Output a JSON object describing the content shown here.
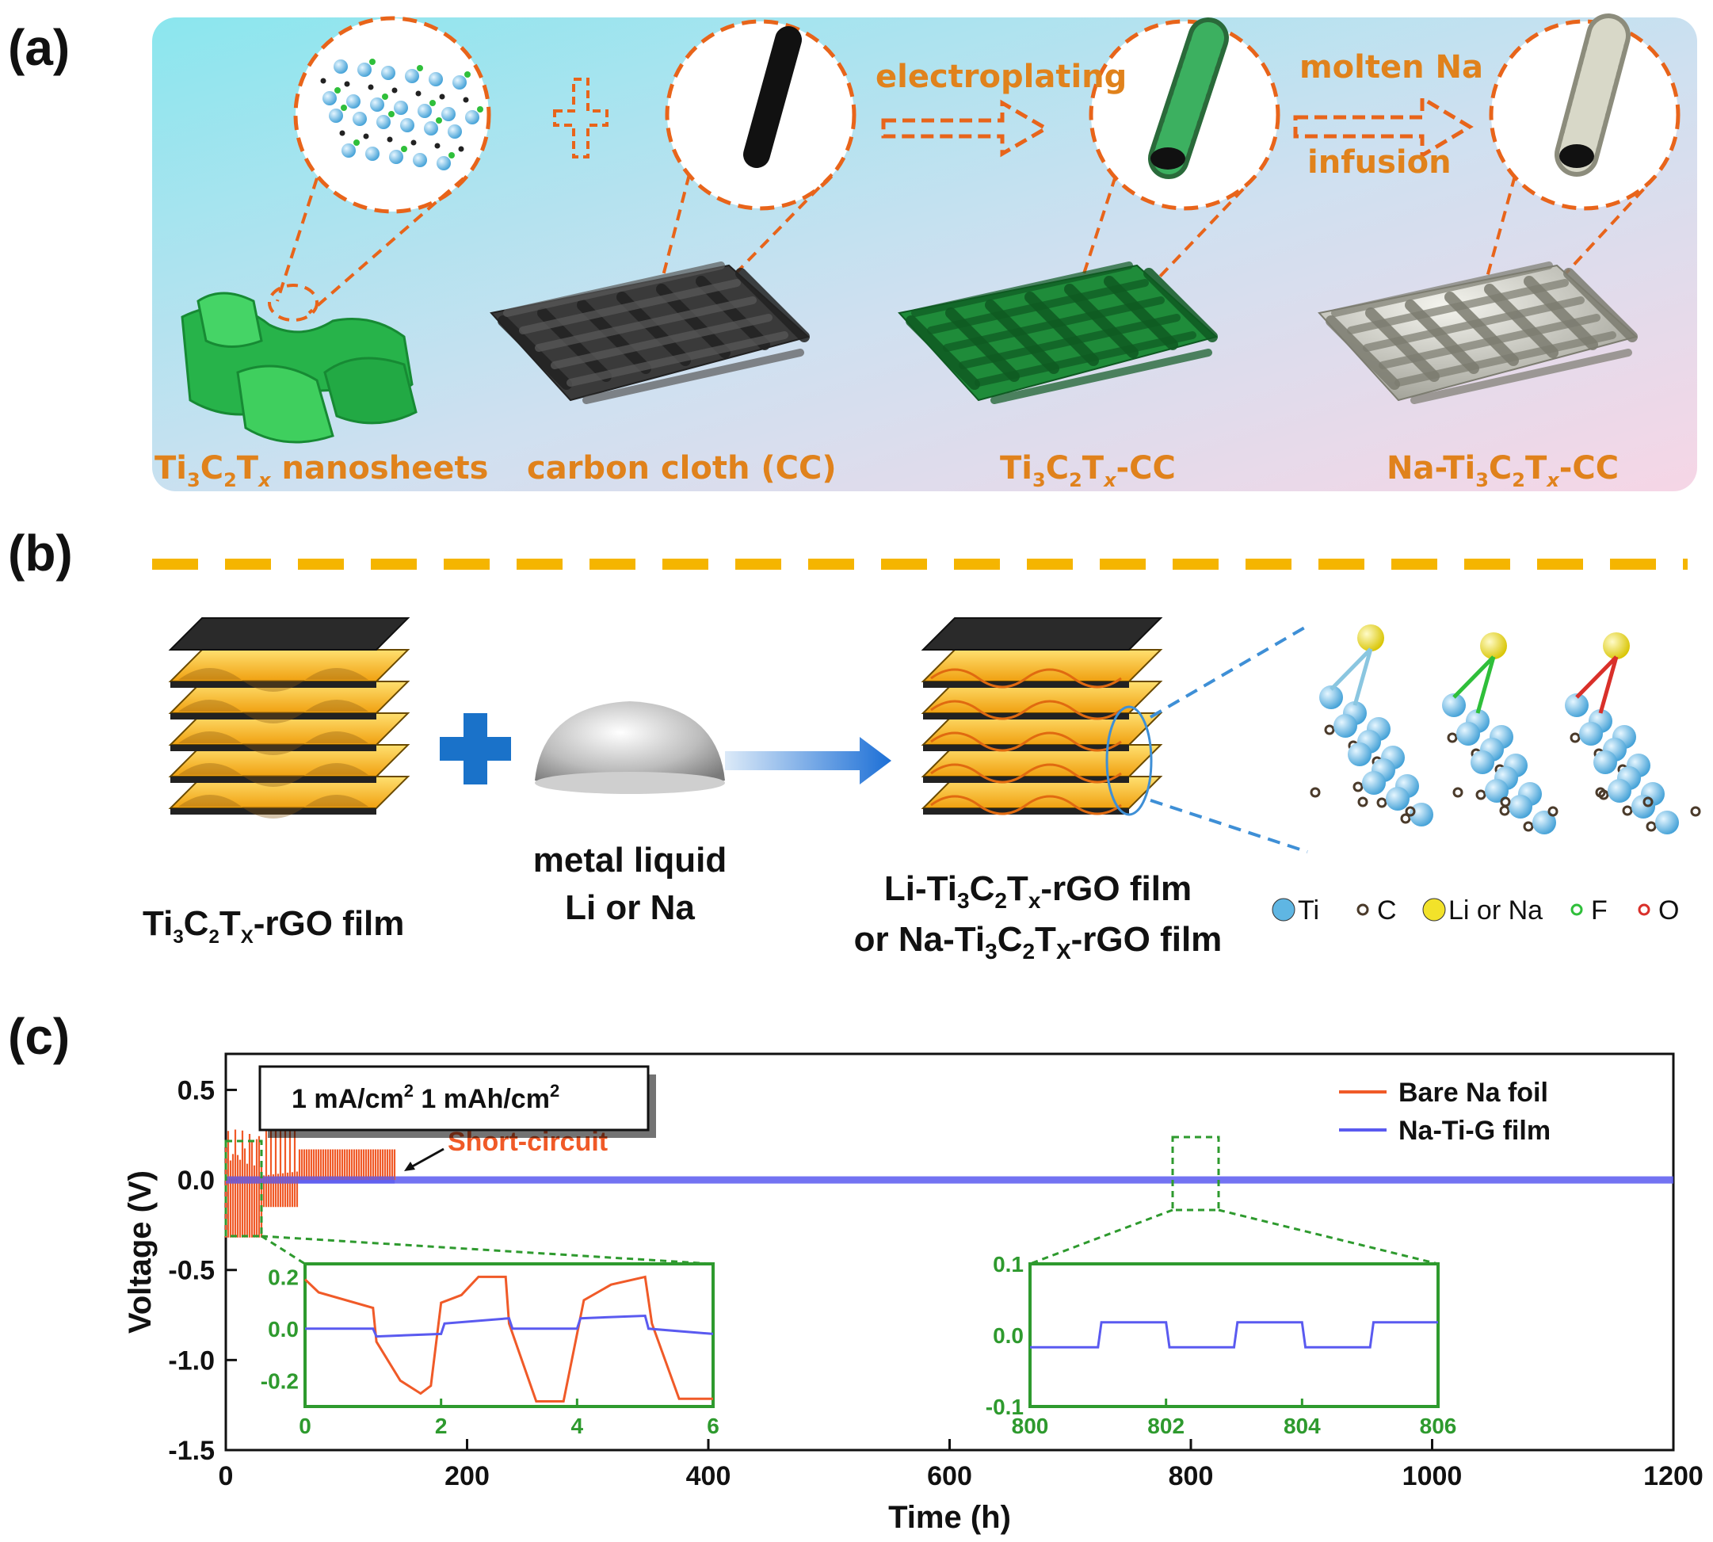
{
  "panels": {
    "a": {
      "label": "(a)",
      "arrow1": "electroplating",
      "arrow2_top": "molten Na",
      "arrow2_bottom": "infusion",
      "items": [
        {
          "name": "Ti",
          "s1": "3",
          "m": "C",
          "s2": "2",
          "t": "T",
          "s3": "x",
          "rest": " nanosheets"
        },
        {
          "plain": "carbon cloth (CC)"
        },
        {
          "name": "Ti",
          "s1": "3",
          "m": "C",
          "s2": "2",
          "t": "T",
          "s3": "x",
          "rest": "-CC"
        },
        {
          "prefix": "Na-Ti",
          "s1": "3",
          "m": "C",
          "s2": "2",
          "t": "T",
          "s3": "x",
          "rest": "-CC"
        }
      ]
    },
    "b": {
      "label": "(b)",
      "film_left": {
        "a": "Ti",
        "s1": "3",
        "b": "C",
        "s2": "2",
        "c": "T",
        "s3": "X",
        "d": "-rGO film"
      },
      "metal_line1": "metal liquid",
      "metal_line2": "Li or Na",
      "film_right_line1": {
        "a": "Li-Ti",
        "s1": "3",
        "b": "C",
        "s2": "2",
        "c": "T",
        "s3": "x",
        "d": "-rGO film"
      },
      "film_right_line2": {
        "a": "or Na-Ti",
        "s1": "3",
        "b": "C",
        "s2": "2",
        "c": "T",
        "s3": "X",
        "d": "-rGO film"
      },
      "legend": [
        {
          "label": "Ti",
          "color": "#5fb6e3"
        },
        {
          "label": "C",
          "color": "#4a3a2a"
        },
        {
          "label": "Li or Na",
          "color": "#f2e22a"
        },
        {
          "label": "F",
          "color": "#2fbf3a"
        },
        {
          "label": "O",
          "color": "#d9302a"
        }
      ]
    },
    "c": {
      "label": "(c)",
      "condition": {
        "current": "1 mA/cm",
        "current_sup": "2",
        "capacity": "1 mAh/cm",
        "capacity_sup": "2"
      },
      "annotation": "Short-circuit",
      "colors": {
        "bare": "#f05a28",
        "film": "#5a5af0",
        "inset": "#2e9a2e"
      }
    }
  },
  "chart_data": [
    {
      "type": "line",
      "xlabel": "Time (h)",
      "ylabel": "Voltage (V)",
      "xlim": [
        0,
        1200
      ],
      "ylim": [
        -1.5,
        0.7
      ],
      "xticks": [
        "0",
        "200",
        "400",
        "600",
        "800",
        "1000",
        "1200"
      ],
      "yticks": [
        "0.5",
        "0.0",
        "-0.5",
        "-1.0",
        "-1.5"
      ],
      "legend": "top-right",
      "series": [
        {
          "name": "Bare Na foil",
          "color": "#f05a28",
          "x": [
            0,
            10,
            20,
            30,
            40,
            50,
            60,
            80,
            100,
            120,
            140
          ],
          "y_band": [
            0.25,
            0.22,
            0.18,
            0.1,
            0.28,
            0.2,
            0.12,
            0.18,
            0.18,
            0.18,
            0.18
          ]
        },
        {
          "name": "Na-Ti-G film",
          "color": "#5a5af0",
          "x": [
            0,
            200,
            400,
            600,
            800,
            1000,
            1200
          ],
          "y_band": [
            0.02,
            0.02,
            0.02,
            0.02,
            0.02,
            0.02,
            0.02
          ]
        }
      ]
    },
    {
      "type": "line",
      "title": "",
      "xlim": [
        0,
        6
      ],
      "ylim": [
        -0.3,
        0.25
      ],
      "xticks": [
        "0",
        "2",
        "4",
        "6"
      ],
      "yticks": [
        "0.2",
        "0.0",
        "-0.2"
      ],
      "series": [
        {
          "name": "Bare Na foil",
          "x": [
            0,
            0.2,
            1.0,
            1.05,
            1.4,
            1.7,
            1.85,
            2.0,
            2.3,
            2.55,
            2.95,
            3.0,
            3.4,
            3.8,
            4.1,
            4.5,
            5.0,
            5.1,
            5.5,
            6.0
          ],
          "y": [
            0.19,
            0.14,
            0.08,
            -0.05,
            -0.2,
            -0.25,
            -0.22,
            0.1,
            0.13,
            0.2,
            0.2,
            0.02,
            -0.28,
            -0.28,
            0.11,
            0.17,
            0.2,
            0.02,
            -0.27,
            -0.27
          ]
        },
        {
          "name": "Na-Ti-G film",
          "x": [
            0,
            1.0,
            1.05,
            2.0,
            2.05,
            3.0,
            3.05,
            4.0,
            4.05,
            5.0,
            5.05,
            6.0
          ],
          "y": [
            0.0,
            0.0,
            -0.03,
            -0.02,
            0.02,
            0.04,
            0.0,
            0.0,
            0.04,
            0.05,
            0.0,
            -0.02
          ]
        }
      ]
    },
    {
      "type": "line",
      "xlim": [
        800,
        806
      ],
      "ylim": [
        -0.1,
        0.1
      ],
      "xticks": [
        "800",
        "802",
        "804",
        "806"
      ],
      "yticks": [
        "0.1",
        "0.0",
        "-0.1"
      ],
      "series": [
        {
          "name": "Na-Ti-G film",
          "x": [
            800,
            801,
            801.05,
            802,
            802.05,
            803,
            803.05,
            804,
            804.05,
            805,
            805.05,
            806
          ],
          "y": [
            -0.017,
            -0.017,
            0.018,
            0.018,
            -0.017,
            -0.017,
            0.018,
            0.018,
            -0.017,
            -0.017,
            0.018,
            0.018
          ]
        }
      ]
    }
  ]
}
